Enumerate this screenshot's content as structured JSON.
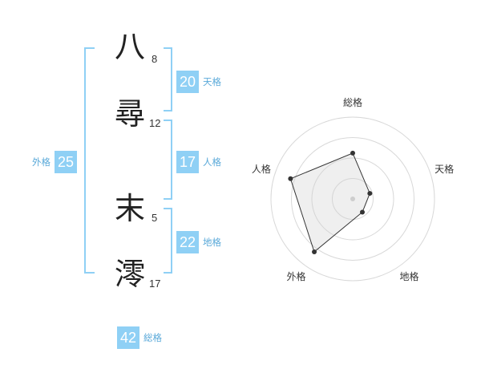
{
  "characters": [
    {
      "kanji": "八",
      "strokes": "8"
    },
    {
      "kanji": "尋",
      "strokes": "12"
    },
    {
      "kanji": "末",
      "strokes": "5"
    },
    {
      "kanji": "澪",
      "strokes": "17"
    }
  ],
  "fortunes": {
    "tenkaku": {
      "label": "天格",
      "value": "20"
    },
    "jinkaku": {
      "label": "人格",
      "value": "17"
    },
    "chikaku": {
      "label": "地格",
      "value": "22"
    },
    "gaikaku": {
      "label": "外格",
      "value": "25"
    },
    "soukaku": {
      "label": "総格",
      "value": "42"
    }
  },
  "colors": {
    "accent": "#8fd0f5",
    "label": "#5aa9d9",
    "bracket": "#8fd0f5"
  },
  "chart_data": {
    "type": "radar",
    "axes": [
      "総格",
      "天格",
      "地格",
      "外格",
      "人格"
    ],
    "values": [
      0.56,
      0.22,
      0.2,
      0.8,
      0.8
    ],
    "range": [
      0,
      1
    ],
    "rings": 4
  }
}
